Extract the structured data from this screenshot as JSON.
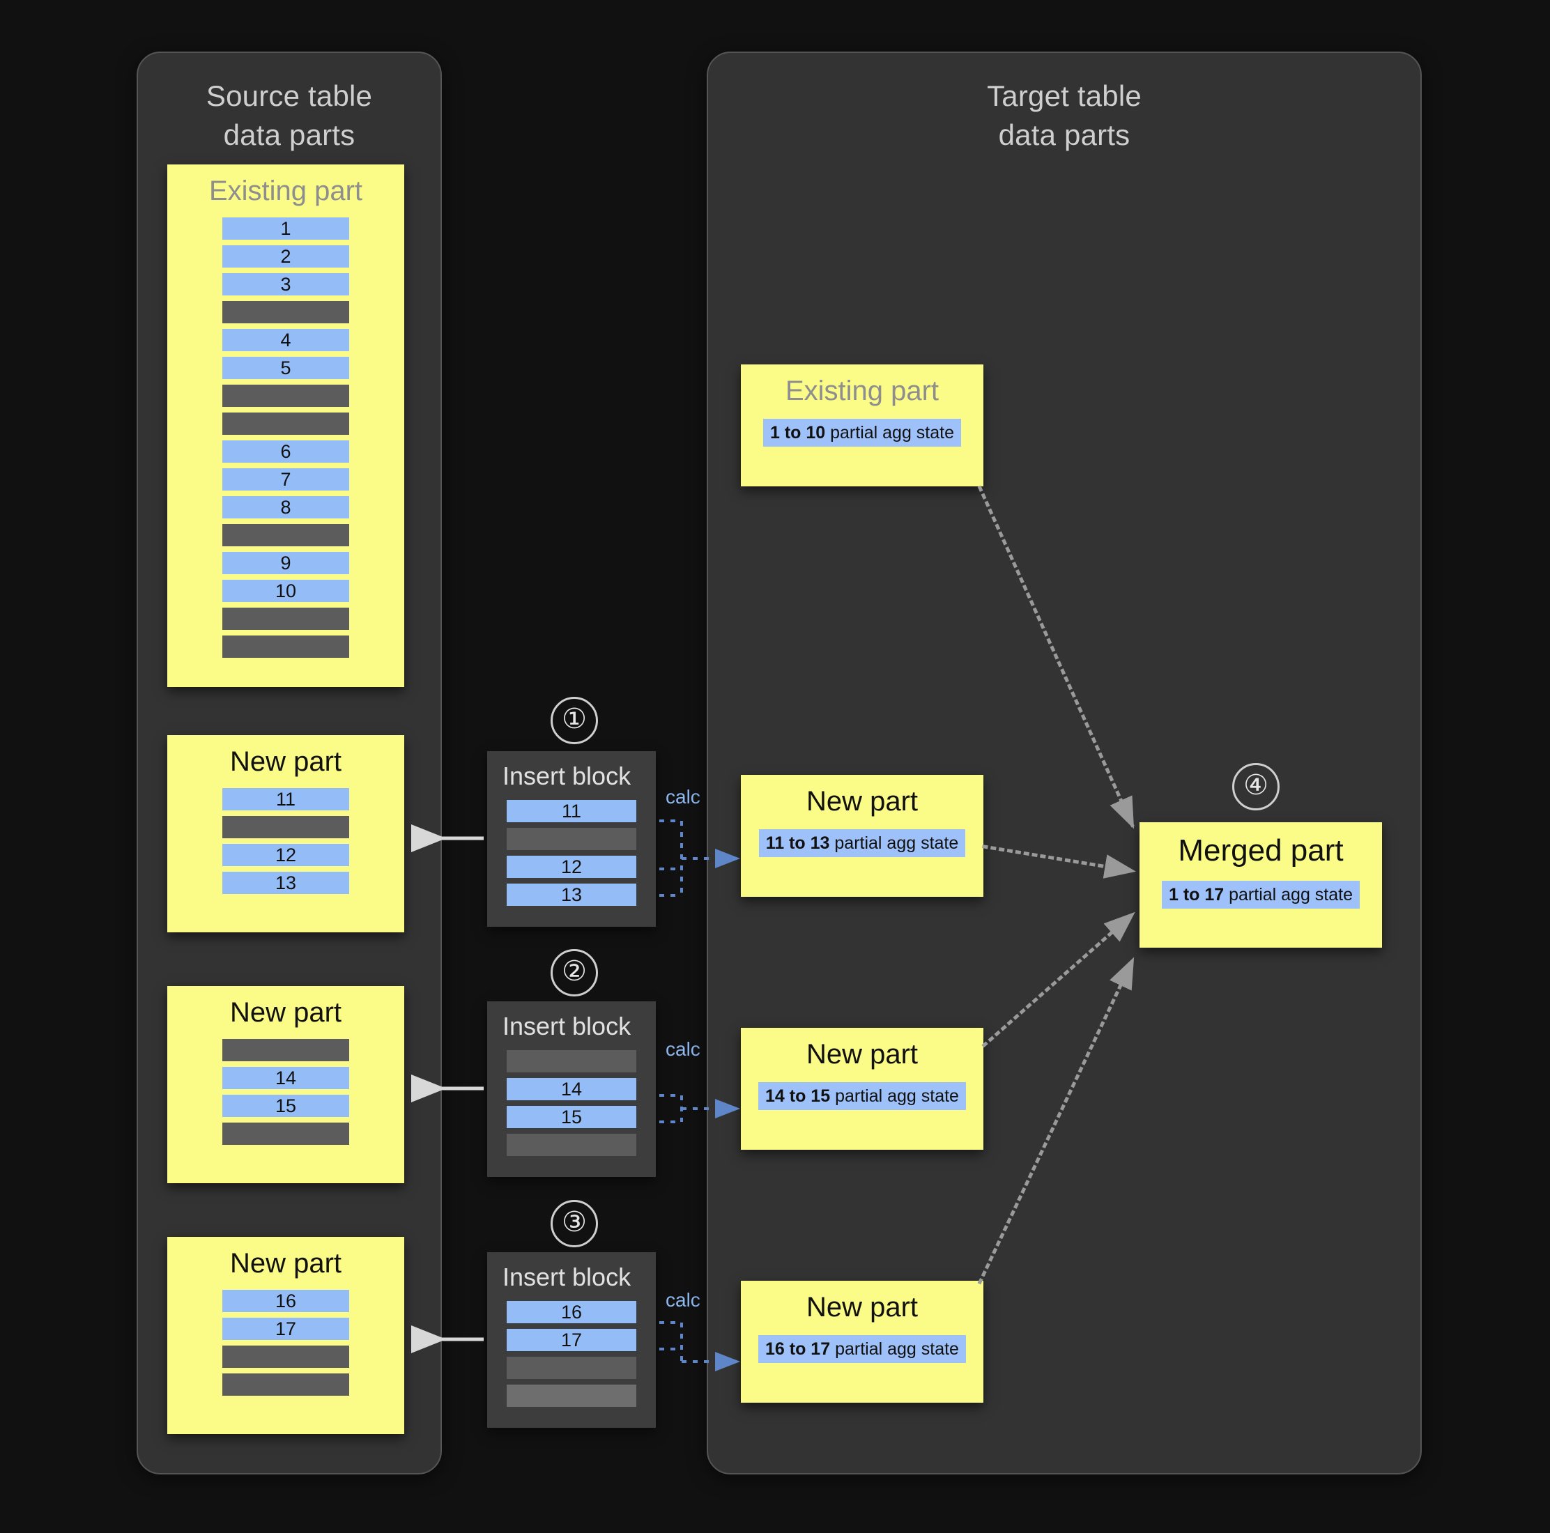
{
  "panels": {
    "source": {
      "title": "Source table\ndata parts"
    },
    "target": {
      "title": "Target table\ndata parts"
    }
  },
  "source_parts": [
    {
      "name": "source-existing-part",
      "title": "Existing part",
      "title_muted": true,
      "rows": [
        {
          "type": "blue",
          "label": "1"
        },
        {
          "type": "blue",
          "label": "2"
        },
        {
          "type": "blue",
          "label": "3"
        },
        {
          "type": "gray",
          "label": ""
        },
        {
          "type": "blue",
          "label": "4"
        },
        {
          "type": "blue",
          "label": "5"
        },
        {
          "type": "gray",
          "label": ""
        },
        {
          "type": "gray",
          "label": ""
        },
        {
          "type": "blue",
          "label": "6"
        },
        {
          "type": "blue",
          "label": "7"
        },
        {
          "type": "blue",
          "label": "8"
        },
        {
          "type": "gray",
          "label": ""
        },
        {
          "type": "blue",
          "label": "9"
        },
        {
          "type": "blue",
          "label": "10"
        },
        {
          "type": "gray",
          "label": ""
        },
        {
          "type": "gray",
          "label": ""
        }
      ]
    },
    {
      "name": "source-new-part-1",
      "title": "New part",
      "title_muted": false,
      "rows": [
        {
          "type": "blue",
          "label": "11"
        },
        {
          "type": "gray",
          "label": ""
        },
        {
          "type": "blue",
          "label": "12"
        },
        {
          "type": "blue",
          "label": "13"
        }
      ]
    },
    {
      "name": "source-new-part-2",
      "title": "New part",
      "title_muted": false,
      "rows": [
        {
          "type": "gray",
          "label": ""
        },
        {
          "type": "blue",
          "label": "14"
        },
        {
          "type": "blue",
          "label": "15"
        },
        {
          "type": "gray",
          "label": ""
        }
      ]
    },
    {
      "name": "source-new-part-3",
      "title": "New part",
      "title_muted": false,
      "rows": [
        {
          "type": "blue",
          "label": "16"
        },
        {
          "type": "blue",
          "label": "17"
        },
        {
          "type": "gray",
          "label": ""
        },
        {
          "type": "gray",
          "label": ""
        }
      ]
    }
  ],
  "insert_blocks": [
    {
      "step": "①",
      "title": "Insert block",
      "calc_label": "calc",
      "rows": [
        {
          "type": "blue",
          "label": "11"
        },
        {
          "type": "gray",
          "label": ""
        },
        {
          "type": "blue",
          "label": "12"
        },
        {
          "type": "blue",
          "label": "13"
        }
      ]
    },
    {
      "step": "②",
      "title": "Insert block",
      "calc_label": "calc",
      "rows": [
        {
          "type": "gray",
          "label": ""
        },
        {
          "type": "blue",
          "label": "14"
        },
        {
          "type": "blue",
          "label": "15"
        },
        {
          "type": "gray",
          "label": ""
        }
      ]
    },
    {
      "step": "③",
      "title": "Insert block",
      "calc_label": "calc",
      "rows": [
        {
          "type": "blue",
          "label": "16"
        },
        {
          "type": "blue",
          "label": "17"
        },
        {
          "type": "gray",
          "label": ""
        },
        {
          "type": "gray2",
          "label": ""
        }
      ]
    }
  ],
  "target_parts": [
    {
      "name": "target-existing-part",
      "title": "Existing part",
      "title_muted": true,
      "state_range": "1 to 10",
      "state_suffix": " partial agg state"
    },
    {
      "name": "target-new-part-1",
      "title": "New part",
      "title_muted": false,
      "state_range": "11 to 13",
      "state_suffix": " partial agg state"
    },
    {
      "name": "target-new-part-2",
      "title": "New part",
      "title_muted": false,
      "state_range": "14 to 15",
      "state_suffix": " partial agg state"
    },
    {
      "name": "target-new-part-3",
      "title": "New part",
      "title_muted": false,
      "state_range": "16 to 17",
      "state_suffix": " partial agg state"
    }
  ],
  "merged": {
    "step": "④",
    "title": "Merged part",
    "state_range": "1 to 17",
    "state_suffix": " partial agg state"
  },
  "colors": {
    "background": "#111111",
    "panel": "#333333",
    "part_yellow": "#fbfb87",
    "row_blue": "#94bdf7",
    "row_gray": "#5c5c5c",
    "accent_blue": "#8fb8f0",
    "arrow_gray": "#9a9a9a",
    "solid_arrow": "#d8d8d8"
  }
}
